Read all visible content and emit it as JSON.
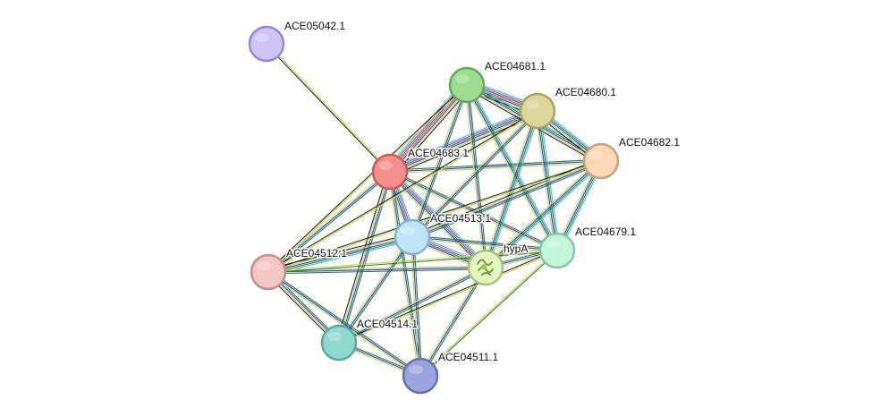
{
  "nodes": [
    {
      "id": "ACE05042.1",
      "label": "ACE05042.1",
      "fill": "#cfc3f7",
      "stroke": "#9b87cf"
    },
    {
      "id": "ACE04681.1",
      "label": "ACE04681.1",
      "fill": "#9edc90",
      "stroke": "#6aa55c"
    },
    {
      "id": "ACE04680.1",
      "label": "ACE04680.1",
      "fill": "#dcd79a",
      "stroke": "#a9a460"
    },
    {
      "id": "ACE04682.1",
      "label": "ACE04682.1",
      "fill": "#fbd9b7",
      "stroke": "#c9a27c"
    },
    {
      "id": "ACE04683.1",
      "label": "ACE04683.1",
      "fill": "#f78e8e",
      "stroke": "#c85c5c"
    },
    {
      "id": "ACE04513.1",
      "label": "ACE04513.1",
      "fill": "#bfe3f7",
      "stroke": "#86b4cf"
    },
    {
      "id": "hypA",
      "label": "hypA",
      "fill": "#e6f5bf",
      "stroke": "#a9c47b",
      "structure_icon": true
    },
    {
      "id": "ACE04679.1",
      "label": "ACE04679.1",
      "fill": "#c3f5d9",
      "stroke": "#86c7a3"
    },
    {
      "id": "ACE04512.1",
      "label": "ACE04512.1",
      "fill": "#f5c6c6",
      "stroke": "#c28d8d"
    },
    {
      "id": "ACE04514.1",
      "label": "ACE04514.1",
      "fill": "#8fd9cf",
      "stroke": "#5ba89d"
    },
    {
      "id": "ACE04511.1",
      "label": "ACE04511.1",
      "fill": "#9ba4de",
      "stroke": "#6670ad"
    }
  ],
  "edges": [
    {
      "source": "ACE05042.1",
      "target": "ACE04683.1",
      "evidence": [
        "text-mining",
        "co-expression"
      ]
    },
    {
      "source": "ACE04683.1",
      "target": "ACE04681.1",
      "evidence": [
        "curated",
        "experimental",
        "neighborhood",
        "gene-fusion",
        "co-occurrence",
        "text-mining",
        "co-expression"
      ]
    },
    {
      "source": "ACE04683.1",
      "target": "ACE04680.1",
      "evidence": [
        "curated",
        "experimental",
        "neighborhood",
        "co-occurrence",
        "text-mining",
        "co-expression"
      ]
    },
    {
      "source": "ACE04683.1",
      "target": "ACE04682.1",
      "evidence": [
        "neighborhood",
        "co-occurrence",
        "text-mining"
      ]
    },
    {
      "source": "ACE04683.1",
      "target": "ACE04513.1",
      "evidence": [
        "curated",
        "experimental",
        "neighborhood",
        "co-occurrence",
        "text-mining"
      ]
    },
    {
      "source": "ACE04683.1",
      "target": "hypA",
      "evidence": [
        "curated",
        "experimental",
        "neighborhood",
        "co-occurrence",
        "text-mining"
      ]
    },
    {
      "source": "ACE04683.1",
      "target": "ACE04679.1",
      "evidence": [
        "neighborhood",
        "co-occurrence",
        "text-mining"
      ]
    },
    {
      "source": "ACE04683.1",
      "target": "ACE04512.1",
      "evidence": [
        "neighborhood",
        "co-occurrence",
        "text-mining"
      ]
    },
    {
      "source": "ACE04683.1",
      "target": "ACE04514.1",
      "evidence": [
        "neighborhood",
        "co-occurrence",
        "text-mining",
        "co-expression"
      ]
    },
    {
      "source": "ACE04683.1",
      "target": "ACE04511.1",
      "evidence": [
        "neighborhood",
        "co-occurrence",
        "text-mining"
      ]
    },
    {
      "source": "ACE04681.1",
      "target": "ACE04680.1",
      "evidence": [
        "curated",
        "experimental",
        "neighborhood",
        "gene-fusion",
        "co-occurrence",
        "text-mining",
        "co-expression"
      ]
    },
    {
      "source": "ACE04681.1",
      "target": "ACE04682.1",
      "evidence": [
        "curated",
        "neighborhood",
        "co-occurrence",
        "text-mining",
        "co-expression"
      ]
    },
    {
      "source": "ACE04681.1",
      "target": "ACE04513.1",
      "evidence": [
        "neighborhood",
        "co-occurrence",
        "text-mining"
      ]
    },
    {
      "source": "ACE04681.1",
      "target": "hypA",
      "evidence": [
        "neighborhood",
        "co-occurrence",
        "text-mining"
      ]
    },
    {
      "source": "ACE04681.1",
      "target": "ACE04679.1",
      "evidence": [
        "curated",
        "neighborhood",
        "co-occurrence",
        "text-mining"
      ]
    },
    {
      "source": "ACE04681.1",
      "target": "ACE04512.1",
      "evidence": [
        "text-mining",
        "co-expression"
      ]
    },
    {
      "source": "ACE04680.1",
      "target": "ACE04682.1",
      "evidence": [
        "curated",
        "neighborhood",
        "co-occurrence",
        "text-mining",
        "co-expression"
      ]
    },
    {
      "source": "ACE04680.1",
      "target": "ACE04513.1",
      "evidence": [
        "neighborhood",
        "co-occurrence",
        "text-mining"
      ]
    },
    {
      "source": "ACE04680.1",
      "target": "hypA",
      "evidence": [
        "curated",
        "neighborhood",
        "co-occurrence",
        "text-mining"
      ]
    },
    {
      "source": "ACE04680.1",
      "target": "ACE04679.1",
      "evidence": [
        "curated",
        "neighborhood",
        "co-occurrence",
        "text-mining"
      ]
    },
    {
      "source": "ACE04680.1",
      "target": "ACE04512.1",
      "evidence": [
        "text-mining",
        "co-expression"
      ]
    },
    {
      "source": "ACE04682.1",
      "target": "ACE04513.1",
      "evidence": [
        "neighborhood",
        "co-occurrence",
        "text-mining",
        "co-expression"
      ]
    },
    {
      "source": "ACE04682.1",
      "target": "hypA",
      "evidence": [
        "curated",
        "neighborhood",
        "co-occurrence",
        "text-mining"
      ]
    },
    {
      "source": "ACE04682.1",
      "target": "ACE04679.1",
      "evidence": [
        "curated",
        "neighborhood",
        "co-occurrence",
        "text-mining"
      ]
    },
    {
      "source": "ACE04682.1",
      "target": "ACE04512.1",
      "evidence": [
        "text-mining",
        "co-expression"
      ]
    },
    {
      "source": "ACE04513.1",
      "target": "hypA",
      "evidence": [
        "curated",
        "experimental",
        "neighborhood",
        "co-occurrence",
        "text-mining"
      ]
    },
    {
      "source": "ACE04513.1",
      "target": "ACE04679.1",
      "evidence": [
        "neighborhood",
        "co-occurrence",
        "text-mining"
      ]
    },
    {
      "source": "ACE04513.1",
      "target": "ACE04512.1",
      "evidence": [
        "curated",
        "neighborhood",
        "co-occurrence",
        "text-mining",
        "co-expression"
      ]
    },
    {
      "source": "ACE04513.1",
      "target": "ACE04514.1",
      "evidence": [
        "neighborhood",
        "co-occurrence",
        "text-mining"
      ]
    },
    {
      "source": "ACE04513.1",
      "target": "ACE04511.1",
      "evidence": [
        "neighborhood",
        "co-occurrence",
        "text-mining"
      ]
    },
    {
      "source": "hypA",
      "target": "ACE04679.1",
      "evidence": [
        "neighborhood",
        "co-occurrence",
        "text-mining"
      ]
    },
    {
      "source": "hypA",
      "target": "ACE04512.1",
      "evidence": [
        "neighborhood",
        "co-occurrence",
        "text-mining"
      ]
    },
    {
      "source": "hypA",
      "target": "ACE04514.1",
      "evidence": [
        "neighborhood",
        "co-occurrence",
        "text-mining"
      ]
    },
    {
      "source": "hypA",
      "target": "ACE04511.1",
      "evidence": [
        "neighborhood",
        "co-occurrence",
        "text-mining"
      ]
    },
    {
      "source": "ACE04679.1",
      "target": "ACE04512.1",
      "evidence": [
        "neighborhood",
        "text-mining"
      ]
    },
    {
      "source": "ACE04679.1",
      "target": "ACE04514.1",
      "evidence": [
        "text-mining",
        "co-expression"
      ]
    },
    {
      "source": "ACE04679.1",
      "target": "ACE04511.1",
      "evidence": [
        "neighborhood",
        "text-mining"
      ]
    },
    {
      "source": "ACE04512.1",
      "target": "ACE04514.1",
      "evidence": [
        "neighborhood",
        "co-occurrence",
        "text-mining",
        "co-expression"
      ]
    },
    {
      "source": "ACE04512.1",
      "target": "ACE04511.1",
      "evidence": [
        "neighborhood",
        "co-occurrence",
        "text-mining"
      ]
    },
    {
      "source": "ACE04514.1",
      "target": "ACE04511.1",
      "evidence": [
        "neighborhood",
        "co-occurrence",
        "text-mining"
      ]
    }
  ],
  "evidence_colors": {
    "curated": "#22c7d4",
    "experimental": "#c42fc8",
    "neighborhood": "#2b7a2b",
    "gene-fusion": "#e23b3b",
    "co-occurrence": "#2a3ad6",
    "text-mining": "#c8d64a",
    "co-expression": "#222222"
  }
}
